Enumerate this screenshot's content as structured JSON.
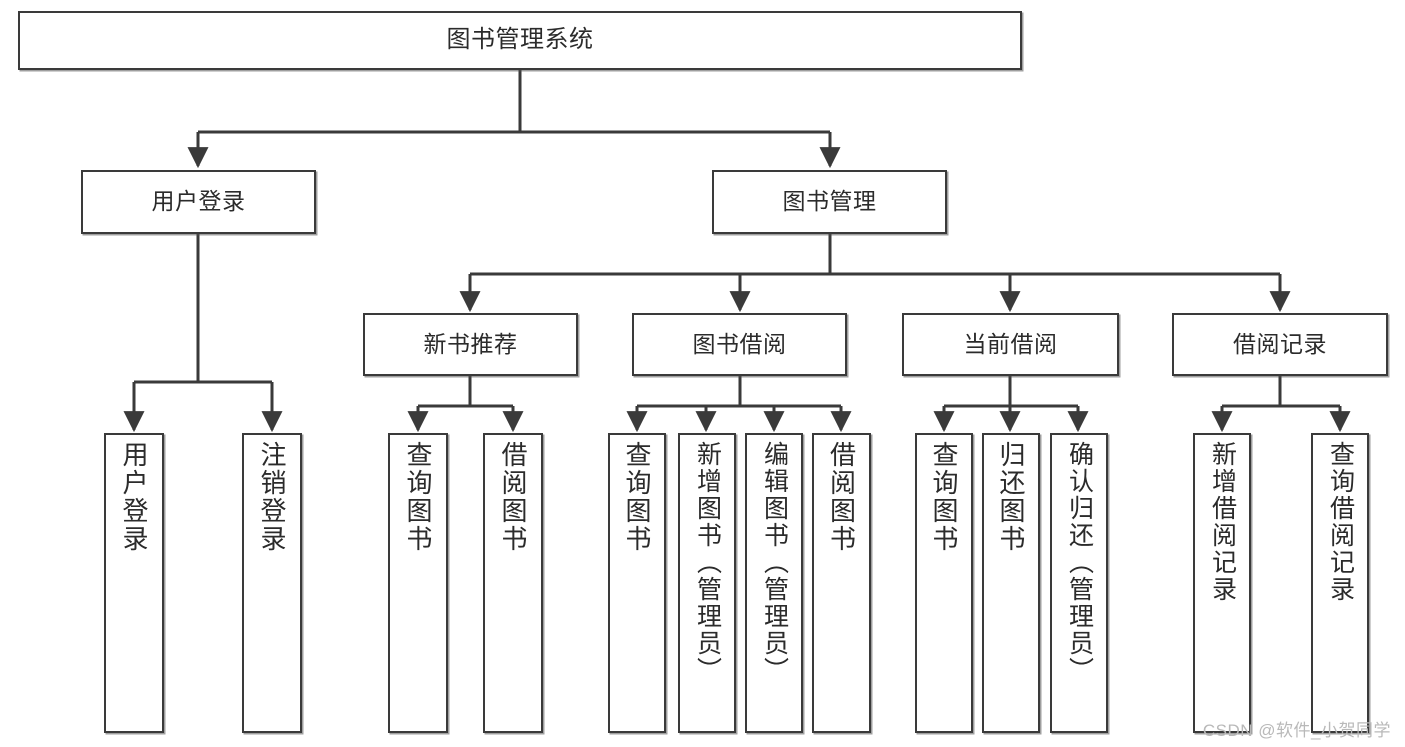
{
  "diagram": {
    "title": "图书管理系统",
    "type": "tree",
    "colors": {
      "stroke": "#3a3a3a",
      "fill": "#ffffff",
      "text": "#2b2b2b",
      "watermark": "#b9b9b9"
    },
    "nodes": {
      "root": {
        "label": "图书管理系统"
      },
      "level2": [
        {
          "label": "用户登录"
        },
        {
          "label": "图书管理"
        }
      ],
      "level3": [
        {
          "label": "新书推荐"
        },
        {
          "label": "图书借阅"
        },
        {
          "label": "当前借阅"
        },
        {
          "label": "借阅记录"
        }
      ],
      "leaves_user_login": [
        {
          "label": "用户登录"
        },
        {
          "label": "注销登录"
        }
      ],
      "leaves_new_book": [
        {
          "label": "查询图书"
        },
        {
          "label": "借阅图书"
        }
      ],
      "leaves_borrow": [
        {
          "label": "查询图书"
        },
        {
          "label": "新增图书（管理员）"
        },
        {
          "label": "编辑图书（管理员）"
        },
        {
          "label": "借阅图书"
        }
      ],
      "leaves_current": [
        {
          "label": "查询图书"
        },
        {
          "label": "归还图书"
        },
        {
          "label": "确认归还（管理员）"
        }
      ],
      "leaves_record": [
        {
          "label": "新增借阅记录"
        },
        {
          "label": "查询借阅记录"
        }
      ]
    },
    "watermark": "CSDN @软件_小贺同学"
  }
}
